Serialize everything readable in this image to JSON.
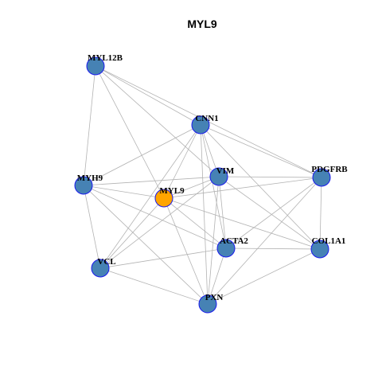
{
  "title": "MYL9",
  "colors": {
    "background": "#ffffff",
    "default_node": "#4682b4",
    "focus_node": "#ffa500",
    "node_border": "#1a1aee",
    "edge": "#b3b3b3"
  },
  "nodes": [
    {
      "id": "MYL12B",
      "label": "MYL12B",
      "focus": false
    },
    {
      "id": "CNN1",
      "label": "CNN1",
      "focus": false
    },
    {
      "id": "MYH9",
      "label": "MYH9",
      "focus": false
    },
    {
      "id": "VIM",
      "label": "VIM",
      "focus": false
    },
    {
      "id": "PDGFRB",
      "label": "PDGFRB",
      "focus": false
    },
    {
      "id": "MYL9",
      "label": "MYL9",
      "focus": true
    },
    {
      "id": "ACTA2",
      "label": "ACTA2",
      "focus": false
    },
    {
      "id": "COL1A1",
      "label": "COL1A1",
      "focus": false
    },
    {
      "id": "VCL",
      "label": "VCL",
      "focus": false
    },
    {
      "id": "PXN",
      "label": "PXN",
      "focus": false
    }
  ],
  "edges": [
    [
      "MYL12B",
      "CNN1"
    ],
    [
      "MYL12B",
      "MYH9"
    ],
    [
      "MYL12B",
      "MYL9"
    ],
    [
      "MYL12B",
      "VIM"
    ],
    [
      "MYL12B",
      "PDGFRB"
    ],
    [
      "CNN1",
      "MYH9"
    ],
    [
      "CNN1",
      "MYL9"
    ],
    [
      "CNN1",
      "VIM"
    ],
    [
      "CNN1",
      "ACTA2"
    ],
    [
      "CNN1",
      "PXN"
    ],
    [
      "CNN1",
      "VCL"
    ],
    [
      "CNN1",
      "COL1A1"
    ],
    [
      "CNN1",
      "PDGFRB"
    ],
    [
      "MYH9",
      "VIM"
    ],
    [
      "MYH9",
      "MYL9"
    ],
    [
      "MYH9",
      "ACTA2"
    ],
    [
      "MYH9",
      "VCL"
    ],
    [
      "MYH9",
      "PXN"
    ],
    [
      "VIM",
      "MYL9"
    ],
    [
      "VIM",
      "PDGFRB"
    ],
    [
      "VIM",
      "ACTA2"
    ],
    [
      "VIM",
      "PXN"
    ],
    [
      "VIM",
      "VCL"
    ],
    [
      "VIM",
      "COL1A1"
    ],
    [
      "PDGFRB",
      "MYL9"
    ],
    [
      "PDGFRB",
      "ACTA2"
    ],
    [
      "PDGFRB",
      "COL1A1"
    ],
    [
      "PDGFRB",
      "PXN"
    ],
    [
      "MYL9",
      "ACTA2"
    ],
    [
      "MYL9",
      "COL1A1"
    ],
    [
      "MYL9",
      "VCL"
    ],
    [
      "MYL9",
      "PXN"
    ],
    [
      "ACTA2",
      "COL1A1"
    ],
    [
      "ACTA2",
      "VCL"
    ],
    [
      "ACTA2",
      "PXN"
    ],
    [
      "COL1A1",
      "PXN"
    ],
    [
      "VCL",
      "PXN"
    ]
  ]
}
